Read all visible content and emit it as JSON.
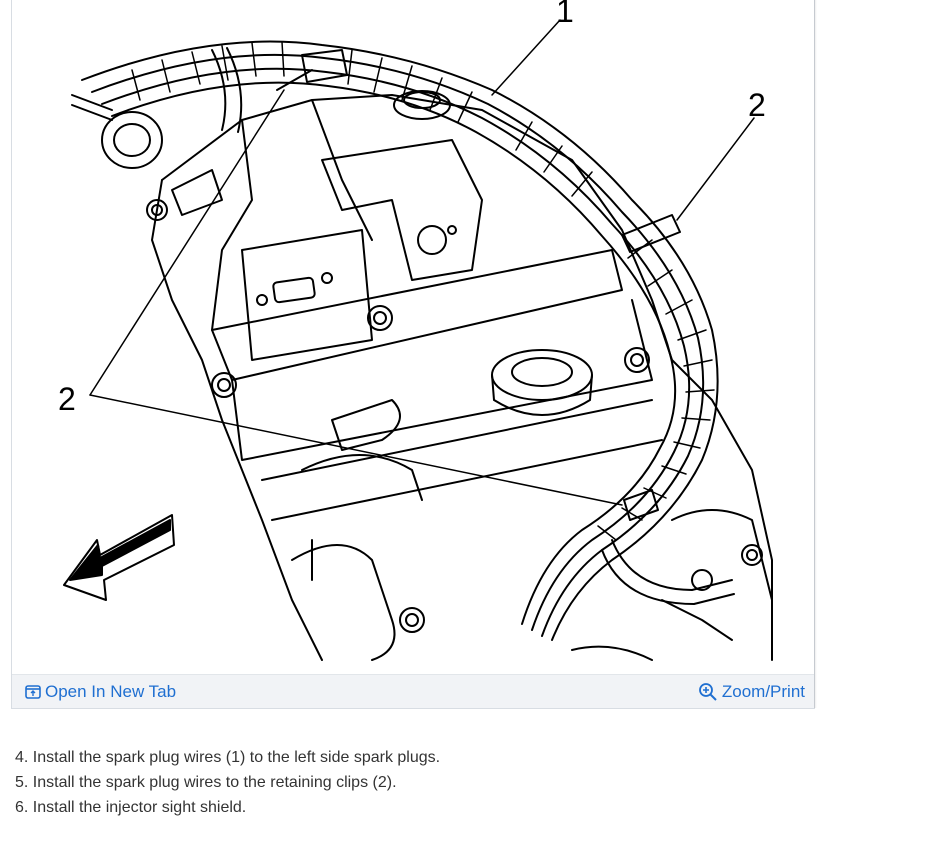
{
  "figure": {
    "callouts": [
      "1",
      "2",
      "2"
    ],
    "toolbar": {
      "open_new_tab_label": "Open In New Tab",
      "zoom_print_label": "Zoom/Print",
      "open_icon": "external-tab-icon",
      "zoom_icon": "magnifier-plus-icon",
      "accent_color": "#1f6fd1"
    }
  },
  "steps": [
    "4. Install the spark plug wires (1) to the left side spark plugs.",
    "5. Install the spark plug wires to the retaining clips (2).",
    "6. Install the injector sight shield."
  ]
}
